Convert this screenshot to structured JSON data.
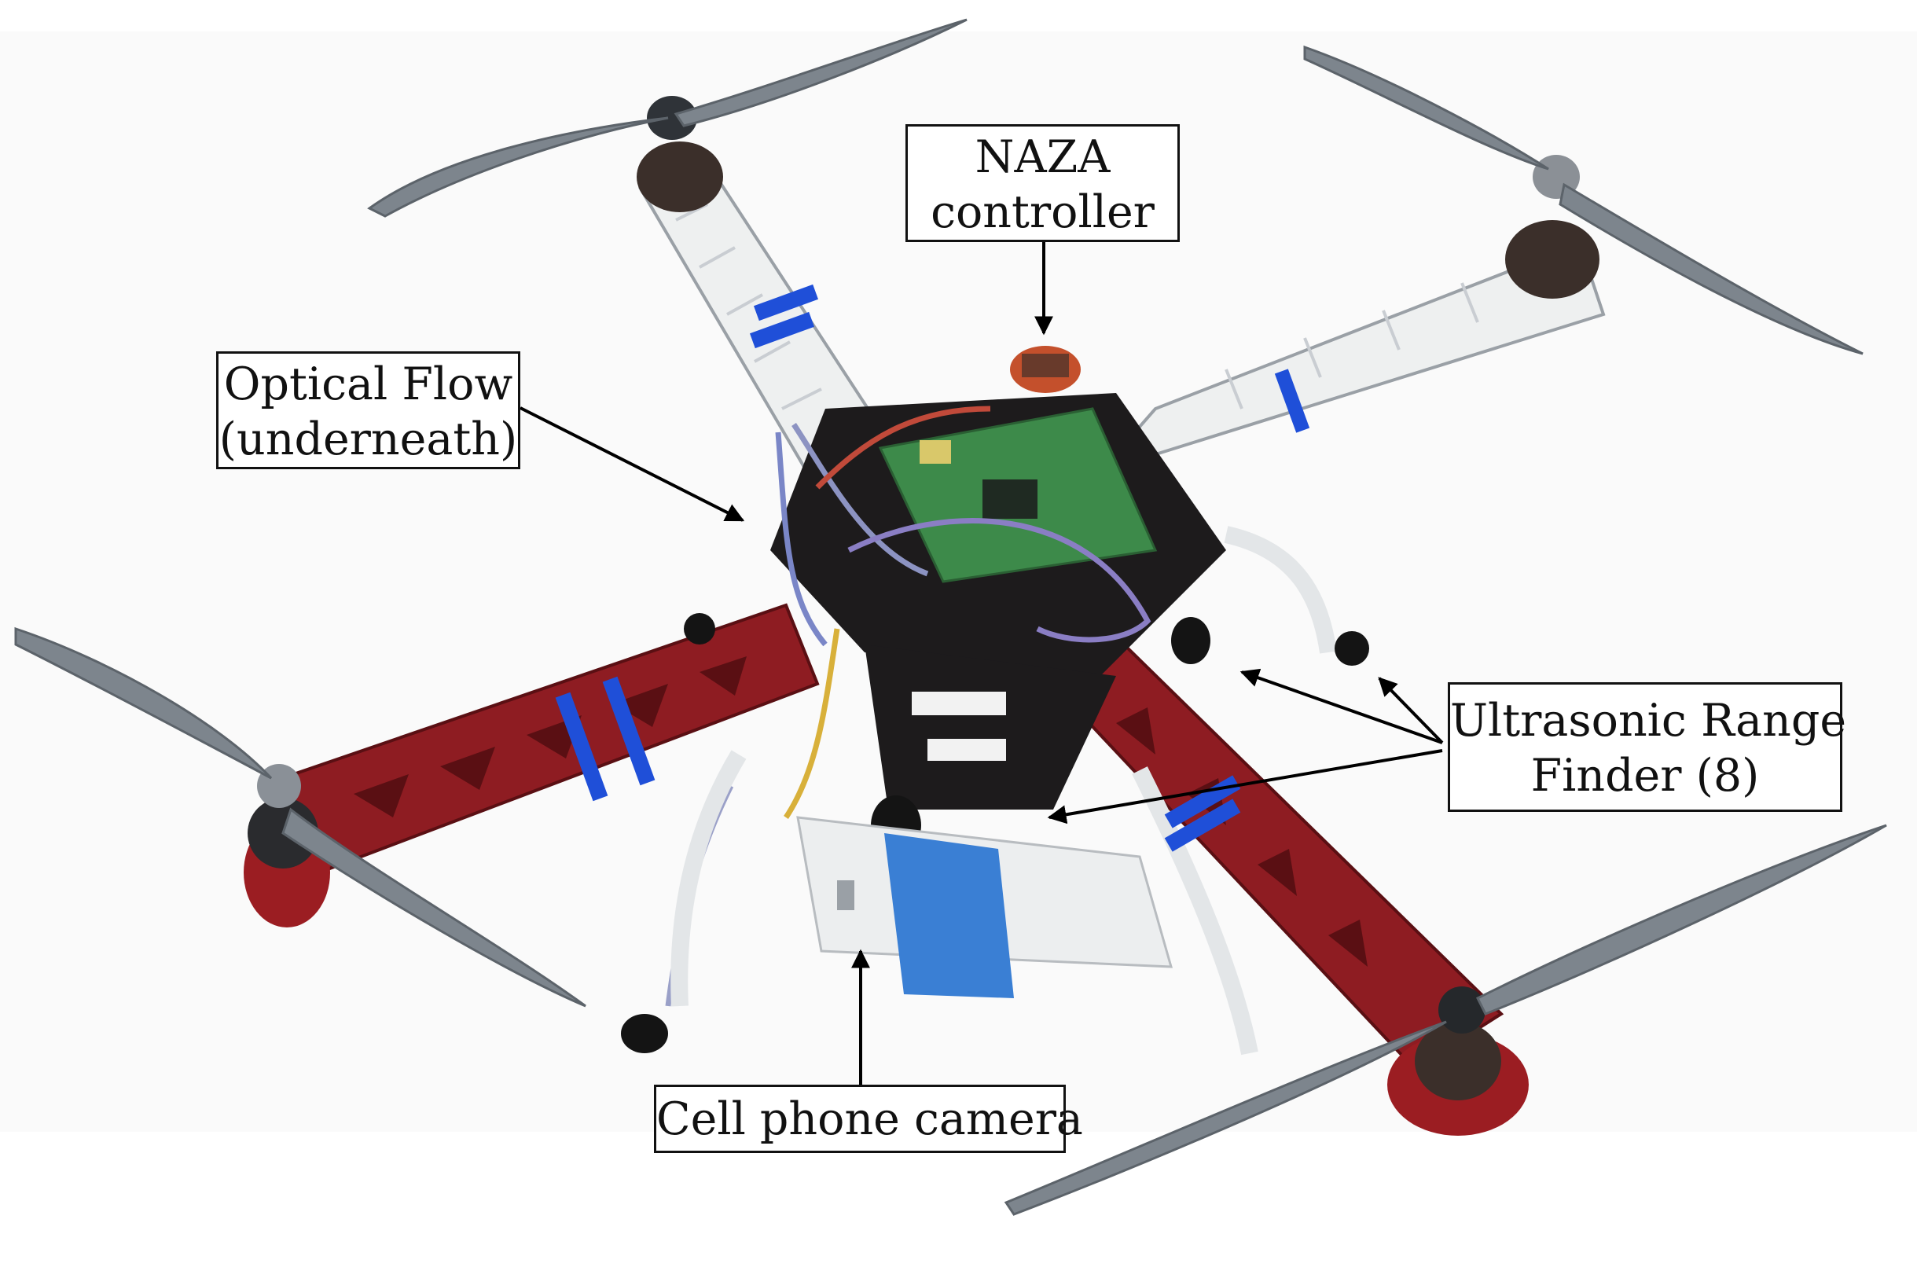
{
  "labels": {
    "naza": {
      "line1": "NAZA",
      "line2": "controller"
    },
    "optical_flow": {
      "line1": "Optical Flow",
      "line2": "(underneath)"
    },
    "ultrasonic": {
      "line1": "Ultrasonic Range",
      "line2": "Finder (8)"
    },
    "camera": {
      "line1": "Cell phone camera"
    }
  },
  "colors": {
    "red_arm": "#8e1c22",
    "white_arm": "#eef0f0",
    "propeller": "#7d858d",
    "zip_tie": "#1f4fd8",
    "pcb": "#3d8a4a",
    "phone_blue": "#3a7fd4"
  }
}
